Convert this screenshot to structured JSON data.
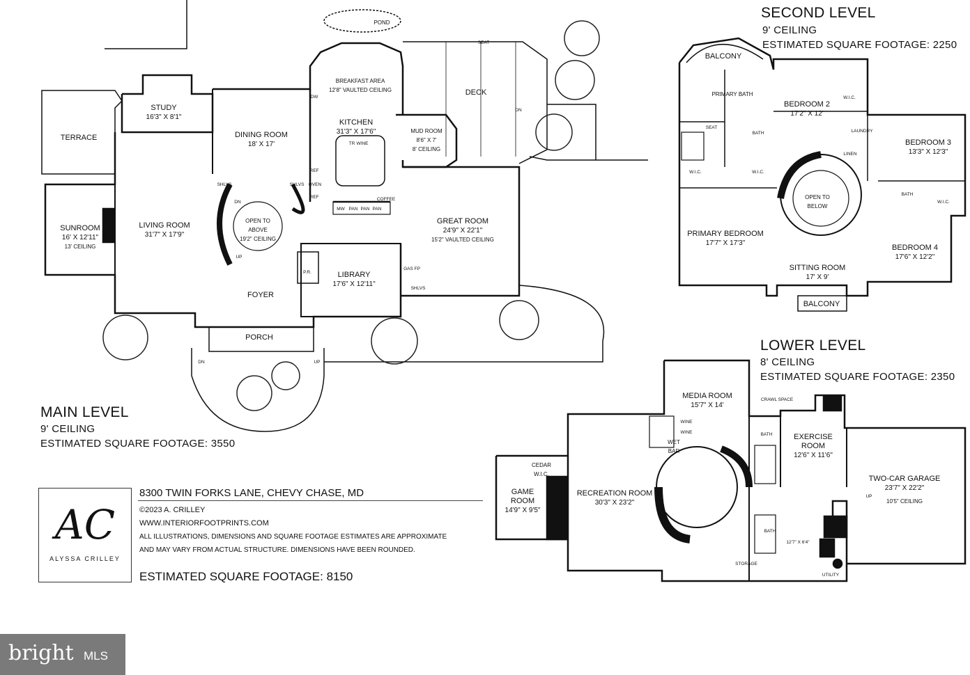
{
  "main_level": {
    "title": "MAIN LEVEL",
    "ceiling": "9' CEILING",
    "sqft": "ESTIMATED SQUARE FOOTAGE: 3550",
    "rooms": {
      "pond": "POND",
      "terrace": "TERRACE",
      "study": {
        "name": "STUDY",
        "dims": "16'3\" X 8'1\""
      },
      "breakfast": {
        "name": "BREAKFAST AREA",
        "note": "12'8\" VAULTED CEILING"
      },
      "kitchen": {
        "name": "KITCHEN",
        "dims": "31'3\" X 17'6\""
      },
      "deck": "DECK",
      "dining": {
        "name": "DINING ROOM",
        "dims": "18' X 17'"
      },
      "mud": {
        "name": "MUD ROOM",
        "dims": "8'6\" X 7'",
        "note": "8' CEILING"
      },
      "sunroom": {
        "name": "SUNROOM",
        "dims": "16' X 12'11\"",
        "note": "13' CEILING"
      },
      "living": {
        "name": "LIVING ROOM",
        "dims": "31'7\" X 17'9\""
      },
      "open_above": {
        "line1": "OPEN TO",
        "line2": "ABOVE",
        "note": "19'2\" CEILING"
      },
      "great": {
        "name": "GREAT ROOM",
        "dims": "24'9\" X 22'1\"",
        "note": "15'2\" VAULTED CEILING"
      },
      "library": {
        "name": "LIBRARY",
        "dims": "17'6\" X 12'11\""
      },
      "foyer": "FOYER",
      "porch": "PORCH",
      "pr": "P.R.",
      "gas_fp": "GAS FP"
    },
    "small_labels": {
      "seat": "SEAT",
      "dn": "DN",
      "up": "UP",
      "shelves": "SHELVES",
      "shlvs": "SHLVS",
      "fp": "FP",
      "dw": "DW",
      "ref": "REF",
      "oven": "OVEN",
      "mw": "MW",
      "pan": "PAN",
      "coffee": "COFFEE",
      "tr": "TR",
      "wine": "WINE"
    }
  },
  "second_level": {
    "title": "SECOND LEVEL",
    "ceiling": "9' CEILING",
    "sqft": "ESTIMATED SQUARE FOOTAGE: 2250",
    "rooms": {
      "balcony": "BALCONY",
      "primary_bath": "PRIMARY BATH",
      "bedroom2": {
        "name": "BEDROOM 2",
        "dims": "17'2\" X 12'"
      },
      "wic": "W.I.C.",
      "laundry": "LAUNDRY",
      "bedroom3": {
        "name": "BEDROOM 3",
        "dims": "13'3\" X 12'3\""
      },
      "bath": "BATH",
      "linen": "LINEN",
      "open_below": {
        "line1": "OPEN TO",
        "line2": "BELOW"
      },
      "primary_bed": {
        "name": "PRIMARY BEDROOM",
        "dims": "17'7\" X 17'3\""
      },
      "sitting": {
        "name": "SITTING ROOM",
        "dims": "17' X 9'"
      },
      "bedroom4": {
        "name": "BEDROOM 4",
        "dims": "17'6\" X 12'2\""
      },
      "balcony2": "BALCONY",
      "seat": "SEAT"
    }
  },
  "lower_level": {
    "title": "LOWER LEVEL",
    "ceiling": "8' CEILING",
    "sqft": "ESTIMATED SQUARE FOOTAGE: 2350",
    "rooms": {
      "media": {
        "name": "MEDIA ROOM",
        "dims": "15'7\" X 14'"
      },
      "crawl": "CRAWL SPACE",
      "wet_bar": {
        "line1": "WET",
        "line2": "BAR"
      },
      "bath": "BATH",
      "exercise": {
        "name1": "EXERCISE",
        "name2": "ROOM",
        "dims": "12'6\" X 11'6\""
      },
      "cedar": {
        "line1": "CEDAR",
        "line2": "W.I.C."
      },
      "game": {
        "name1": "GAME",
        "name2": "ROOM",
        "dims": "14'9\" X 9'5\""
      },
      "recreation": {
        "name": "RECREATION ROOM",
        "dims": "30'3\" X 23'2\""
      },
      "garage": {
        "name": "TWO-CAR GARAGE",
        "dims": "23'7\" X 22'2\"",
        "note": "10'5\" CEILING"
      },
      "bath2": "BATH",
      "storage_dims": "12'7\" X 6'4\"",
      "storage": "STORAGE",
      "utility": "UTILITY",
      "wine": "WINE",
      "up": "UP"
    }
  },
  "info": {
    "address": "8300 TWIN FORKS LANE, CHEVY CHASE, MD",
    "copyright": "©2023 A. CRILLEY",
    "website": "WWW.INTERIORFOOTPRINTS.COM",
    "disclaimer1": "ALL ILLUSTRATIONS, DIMENSIONS AND SQUARE FOOTAGE ESTIMATES ARE APPROXIMATE",
    "disclaimer2": "AND MAY VARY FROM ACTUAL STRUCTURE. DIMENSIONS HAVE BEEN ROUNDED.",
    "total": "ESTIMATED SQUARE FOOTAGE: 8150"
  },
  "logo": {
    "mark": "AC",
    "name": "ALYSSA CRILLEY"
  },
  "watermark": {
    "brand": "bright",
    "suffix": "MLS"
  }
}
